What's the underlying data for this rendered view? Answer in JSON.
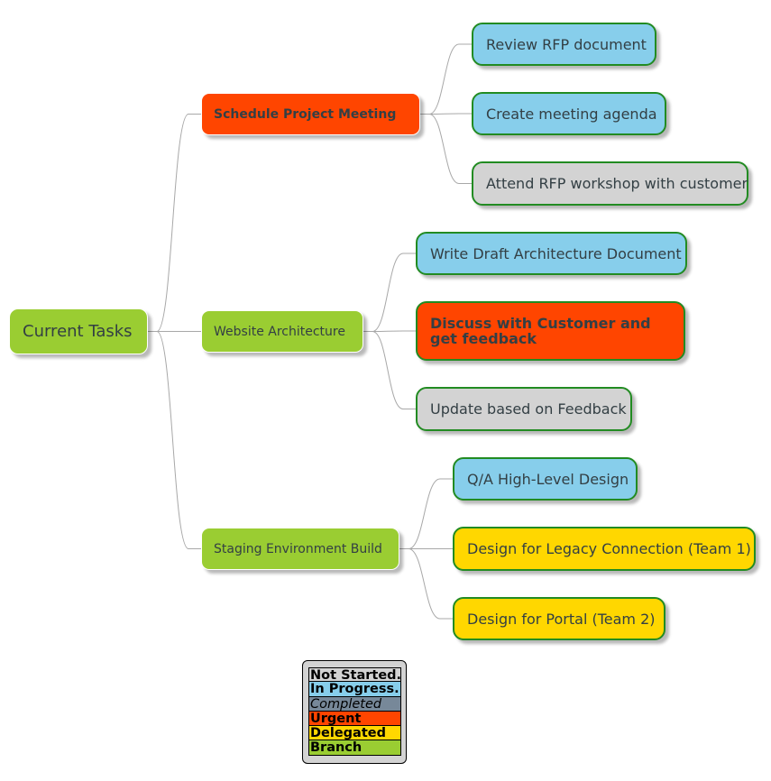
{
  "colors": {
    "branch": "#9acd32",
    "in_progress": "#87ceeb",
    "not_started": "#d3d3d3",
    "urgent": "#ff4500",
    "delegated": "#ffd700",
    "completed": "#778899",
    "leaf_border": "#228b22",
    "edge": "#a8a8a8"
  },
  "root": {
    "label": "Current Tasks"
  },
  "branches": [
    {
      "label": "Schedule Project Meeting",
      "status": "urgent",
      "children": [
        {
          "label": "Review RFP document",
          "status": "in_progress"
        },
        {
          "label": "Create meeting agenda",
          "status": "in_progress"
        },
        {
          "label": "Attend RFP workshop with customer",
          "status": "not_started"
        }
      ]
    },
    {
      "label": "Website Architecture",
      "status": "branch",
      "children": [
        {
          "label": "Write Draft Architecture Document",
          "status": "in_progress"
        },
        {
          "label": "Discuss with Customer and get feedback",
          "status": "urgent"
        },
        {
          "label": "Update based on Feedback",
          "status": "not_started"
        }
      ]
    },
    {
      "label": "Staging Environment Build",
      "status": "branch",
      "children": [
        {
          "label": "Q/A High-Level Design",
          "status": "in_progress"
        },
        {
          "label": "Design for Legacy Connection (Team 1)",
          "status": "delegated"
        },
        {
          "label": "Design for Portal (Team 2)",
          "status": "delegated"
        }
      ]
    }
  ],
  "legend": [
    {
      "label": "Not Started.",
      "color": "#d3d3d3",
      "style": "bold"
    },
    {
      "label": "In Progress.",
      "color": "#87ceeb",
      "style": "bold"
    },
    {
      "label": "Completed",
      "color": "#778899",
      "style": "italic"
    },
    {
      "label": "Urgent",
      "color": "#ff4500",
      "style": "bold"
    },
    {
      "label": "Delegated",
      "color": "#ffd700",
      "style": "bold"
    },
    {
      "label": "Branch",
      "color": "#9acd32",
      "style": "bold"
    }
  ]
}
